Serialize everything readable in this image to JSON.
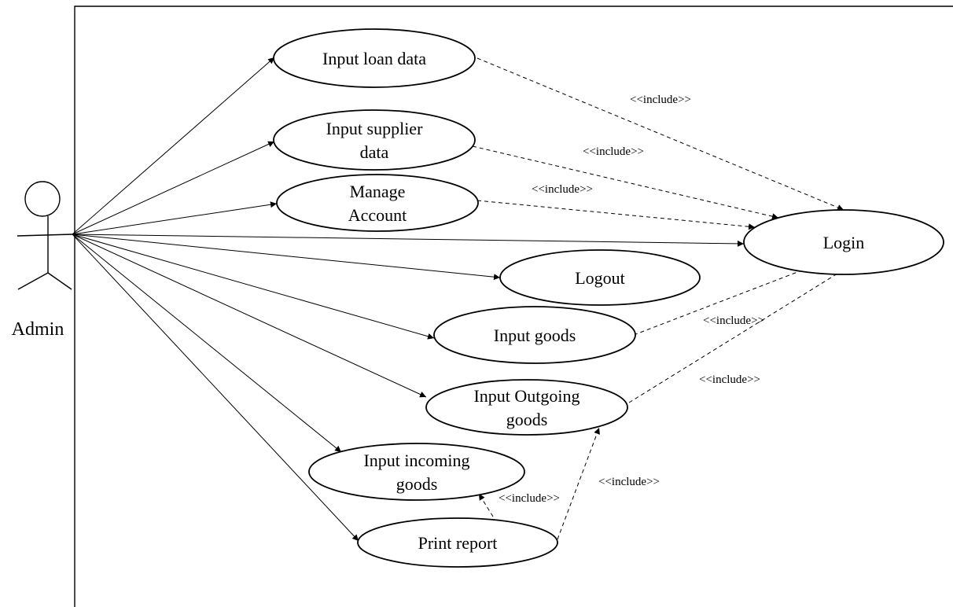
{
  "actor": {
    "name": "Admin"
  },
  "use_cases": {
    "input_loan_data": {
      "lines": [
        "Input loan data"
      ]
    },
    "input_supplier_data": {
      "lines": [
        "Input supplier",
        "data"
      ]
    },
    "manage_account": {
      "lines": [
        "Manage",
        "Account"
      ]
    },
    "login": {
      "lines": [
        "Login"
      ]
    },
    "logout": {
      "lines": [
        "Logout"
      ]
    },
    "input_goods": {
      "lines": [
        "Input goods"
      ]
    },
    "input_outgoing_goods": {
      "lines": [
        "Input Outgoing",
        "goods"
      ]
    },
    "input_incoming_goods": {
      "lines": [
        "Input incoming",
        "goods"
      ]
    },
    "print_report": {
      "lines": [
        "Print report"
      ]
    }
  },
  "associations": [
    "input_loan_data",
    "input_supplier_data",
    "manage_account",
    "login",
    "logout",
    "input_goods",
    "input_outgoing_goods",
    "input_incoming_goods",
    "print_report"
  ],
  "include_relations": [
    {
      "from": "input_loan_data",
      "to": "login",
      "label": "<<include>>"
    },
    {
      "from": "input_supplier_data",
      "to": "login",
      "label": "<<include>>"
    },
    {
      "from": "manage_account",
      "to": "login",
      "label": "<<include>>"
    },
    {
      "from": "input_goods",
      "to": "login",
      "label": "<<include>>"
    },
    {
      "from": "input_outgoing_goods",
      "to": "login",
      "label": "<<include>>"
    },
    {
      "from": "print_report",
      "to": "input_incoming_goods",
      "label": "<<include>>"
    },
    {
      "from": "print_report",
      "to": "input_outgoing_goods",
      "label": "<<include>>"
    }
  ]
}
